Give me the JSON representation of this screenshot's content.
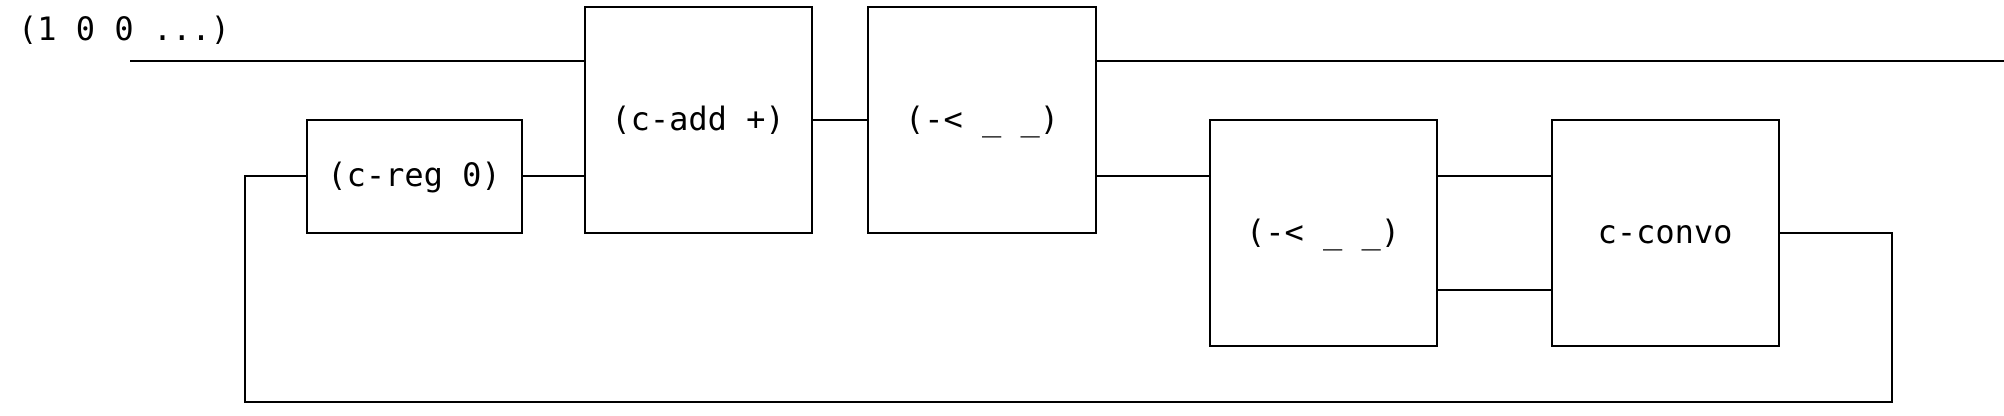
{
  "input_label": "(1 0 0 ...)",
  "blocks": {
    "reg": {
      "label": "(c-reg 0)"
    },
    "add": {
      "label": "(c-add +)"
    },
    "split_top": {
      "label": "(-< _ _)"
    },
    "split_bottom": {
      "label": "(-< _ _)"
    },
    "convo": {
      "label": "c-convo"
    }
  }
}
